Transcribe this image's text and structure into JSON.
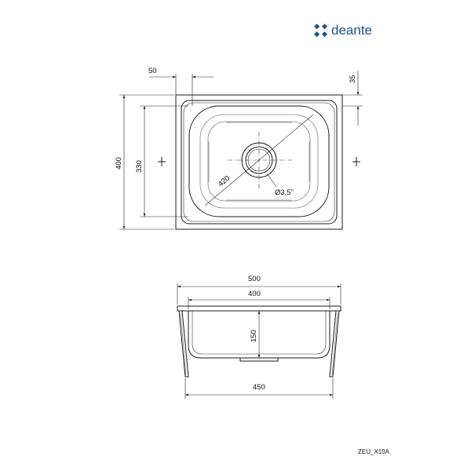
{
  "brand": {
    "name": "deante",
    "color": "#1f4e8c",
    "icon": "deante-logo-icon"
  },
  "top_view": {
    "dim_50": "50",
    "dim_35": "35",
    "dim_400": "400",
    "dim_330": "330",
    "dim_420": "420",
    "dim_drain": "Ø3,5\""
  },
  "section_view": {
    "dim_500": "500",
    "dim_400": "400",
    "dim_150": "150",
    "dim_450": "450"
  },
  "product_code": "ZEU_X10A"
}
